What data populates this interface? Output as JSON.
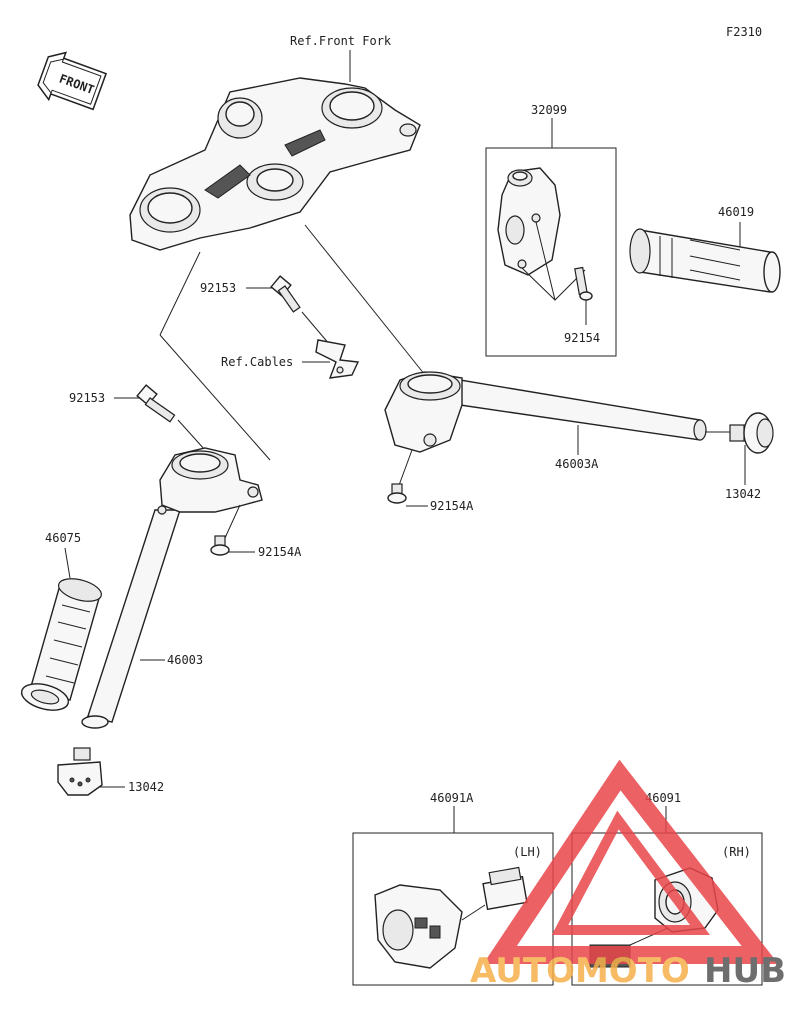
{
  "figure_code": "F2310",
  "front_arrow_label": "FRONT",
  "ref_labels": {
    "front_fork": "Ref.Front Fork",
    "cables": "Ref.Cables"
  },
  "parts": {
    "p32099": "32099",
    "p46019": "46019",
    "p92154_top": "92154",
    "p92153_upper": "92153",
    "p92153_left": "92153",
    "p46003A": "46003A",
    "p13042_right": "13042",
    "p92154A_right": "92154A",
    "p92154A_left": "92154A",
    "p46075": "46075",
    "p46003": "46003",
    "p13042_left": "13042",
    "p46091A": "46091A",
    "p46091": "46091"
  },
  "side_labels": {
    "lh": "(LH)",
    "rh": "(RH)"
  },
  "watermark": {
    "part1": "AUTOMOTO",
    "part2": "HUB",
    "color1": "#f5b04a",
    "color2": "#555555",
    "logo_color": "#e8464a"
  }
}
